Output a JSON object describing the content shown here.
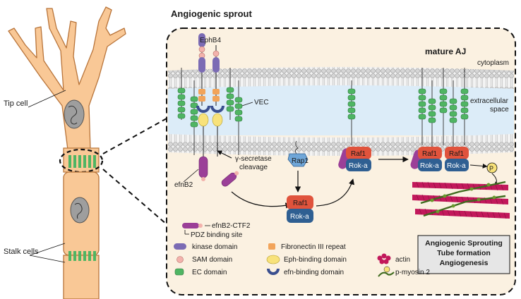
{
  "title": "Angiogenic sprout",
  "cell_labels": {
    "tip": "Tip cell",
    "stalk": "Stalk cells"
  },
  "membrane_labels": {
    "cytoplasm": "cytoplasm",
    "extracellular_1": "extracellular",
    "extracellular_2": "space",
    "mature_aj": "mature AJ"
  },
  "molecules": {
    "ephb4": "EphB4",
    "vec": "VEC",
    "efnb2": "efnB2",
    "gamma_1": "γ-secretase",
    "gamma_2": "cleavage",
    "rap1": "Rap1",
    "raf1": "Raf1",
    "roka": "Rok-a",
    "p": "P"
  },
  "outcome": {
    "line1": "Angiogenic Sprouting",
    "line2": "Tube formation",
    "line3": "Angiogenesis"
  },
  "legend": {
    "ctf2": "efnB2-CTF2",
    "pdz": "PDZ binding site",
    "kinase": "kinase domain",
    "fn3": "Fibronectin III repeat",
    "sam": "SAM domain",
    "eph_binding": "Eph-binding domain",
    "ec": "EC domain",
    "efn_binding": "efn-binding domain",
    "actin": "actin",
    "myosin": "p-myosin 2"
  },
  "colors": {
    "cell_fill": "#f9c896",
    "cell_stroke": "#b8743a",
    "membrane": "#cfcfcf",
    "extracellular": "#dcecf8",
    "kinase": "#7b6bb4",
    "fn3": "#f2a45a",
    "sam": "#f3b2ac",
    "eph_binding": "#f8e27a",
    "ec": "#4fb563",
    "efn_binding": "#3a4f8f",
    "efnb2": "#9b3f98",
    "raf1": "#e0533c",
    "roka": "#2f5f92",
    "rap1": "#6fa6d8",
    "actin": "#c2185b",
    "myosin": "#3f6b1e"
  }
}
